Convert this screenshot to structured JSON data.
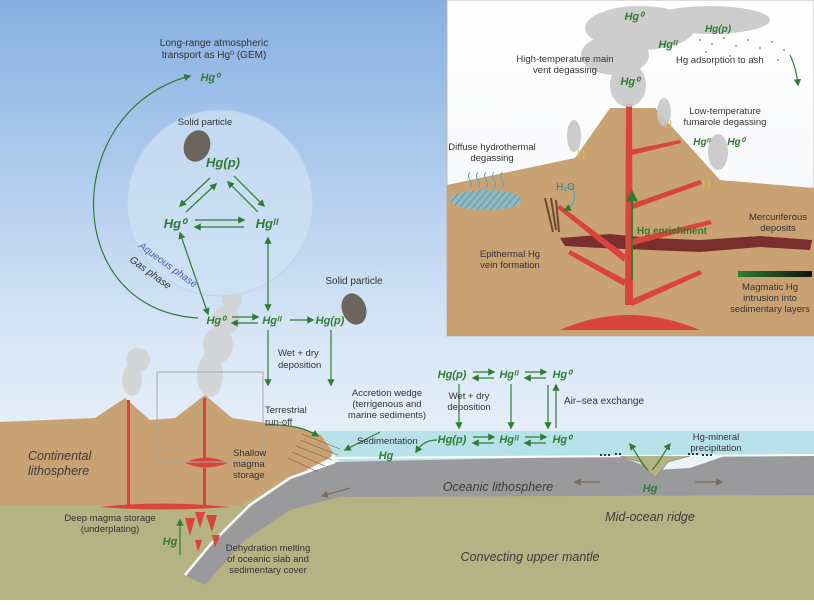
{
  "colors": {
    "sky_top": "#86b0e2",
    "crust": "#c9a274",
    "mantle": "#b5b283",
    "ocean_plate": "#9a9a9c",
    "sea": "#b8e2ea",
    "magma": "#d9453a",
    "hg_green": "#2e7d32"
  },
  "labels": {
    "long_range": [
      "Long-range atmospheric",
      "transport as Hg⁰ (GEM)"
    ],
    "solid_particle_inner": "Solid particle",
    "solid_particle_outer": "Solid particle",
    "aqueous_phase": "Aqueous phase",
    "gas_phase": "Gas phase",
    "wet_dry_left": [
      "Wet + dry",
      "deposition"
    ],
    "wet_dry_right": [
      "Wet + dry",
      "deposition"
    ],
    "terrestrial_runoff": [
      "Terrestrial",
      "run-off"
    ],
    "accretion_wedge": [
      "Accretion wedge",
      "(terrigenous and",
      "marine sediments)"
    ],
    "air_sea": "Air–sea exchange",
    "sedimentation": "Sedimentation",
    "hg_mineral": [
      "Hg-mineral",
      "precipitation"
    ],
    "continental": [
      "Continental",
      "lithosphere"
    ],
    "shallow_magma": [
      "Shallow",
      "magma",
      "storage"
    ],
    "oceanic_lithosphere": "Oceanic lithosphere",
    "mid_ocean_ridge": "Mid-ocean ridge",
    "deep_magma": [
      "Deep magma storage",
      "(underplating)"
    ],
    "dehydration": [
      "Dehydration melting",
      "of oceanic slab and",
      "sedimentary cover"
    ],
    "convecting_mantle": "Convecting upper mantle"
  },
  "inset": {
    "main_vent": [
      "High-temperature main",
      "vent degassing"
    ],
    "ash_adsorption": "Hg adsorption to ash",
    "fumarole": [
      "Low-temperature",
      "fumarole degassing"
    ],
    "diffuse": [
      "Diffuse hydrothermal",
      "degassing"
    ],
    "h2o": "H₂O",
    "enrichment": "Hg enrichment",
    "mercuriferous": [
      "Mercuriferous",
      "deposits"
    ],
    "epithermal": [
      "Epithermal Hg",
      "vein formation"
    ],
    "magmatic": [
      "Magmatic Hg",
      "intrusion into",
      "sedimentary layers"
    ]
  },
  "species": {
    "hg0": "Hg⁰",
    "hgII": "Hgᴵᴵ",
    "hgp": "Hg(p)",
    "hg": "Hg"
  }
}
